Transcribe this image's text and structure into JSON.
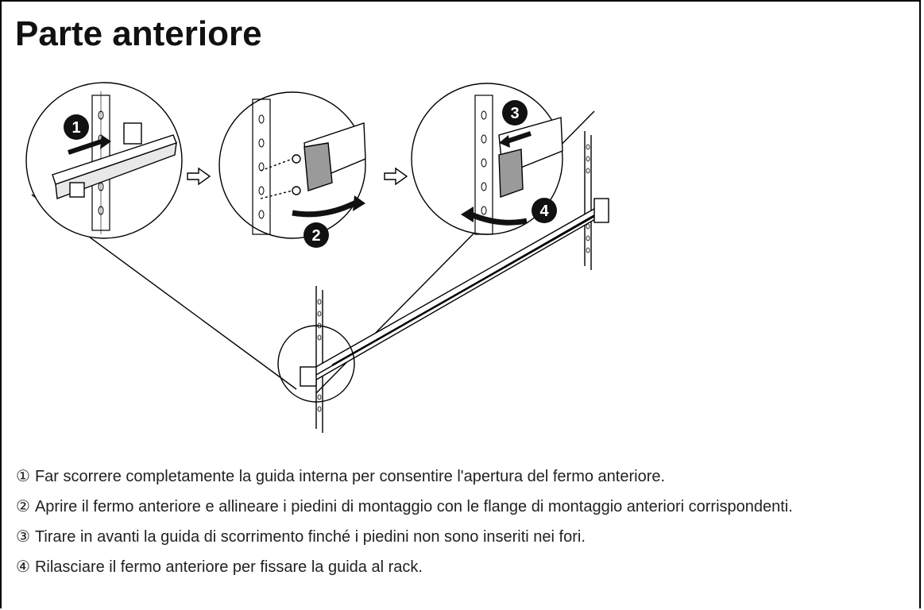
{
  "title": "Parte anteriore",
  "figure": {
    "callouts": [
      "1",
      "2",
      "3",
      "4"
    ]
  },
  "steps": [
    {
      "marker": "①",
      "text": "Far scorrere completamente la guida interna per consentire l'apertura del fermo anteriore."
    },
    {
      "marker": "②",
      "text": "Aprire il fermo anteriore e allineare i piedini di montaggio con le flange di montaggio anteriori corrispondenti."
    },
    {
      "marker": "③",
      "text": "Tirare in avanti la guida di scorrimento finché i piedini non sono inseriti nei fori."
    },
    {
      "marker": "④",
      "text": "Rilasciare il fermo anteriore per fissare la guida al rack."
    }
  ],
  "colors": {
    "line": "#000000",
    "callout_fill": "#111111",
    "bracket_fill": "#9a9a9a"
  }
}
